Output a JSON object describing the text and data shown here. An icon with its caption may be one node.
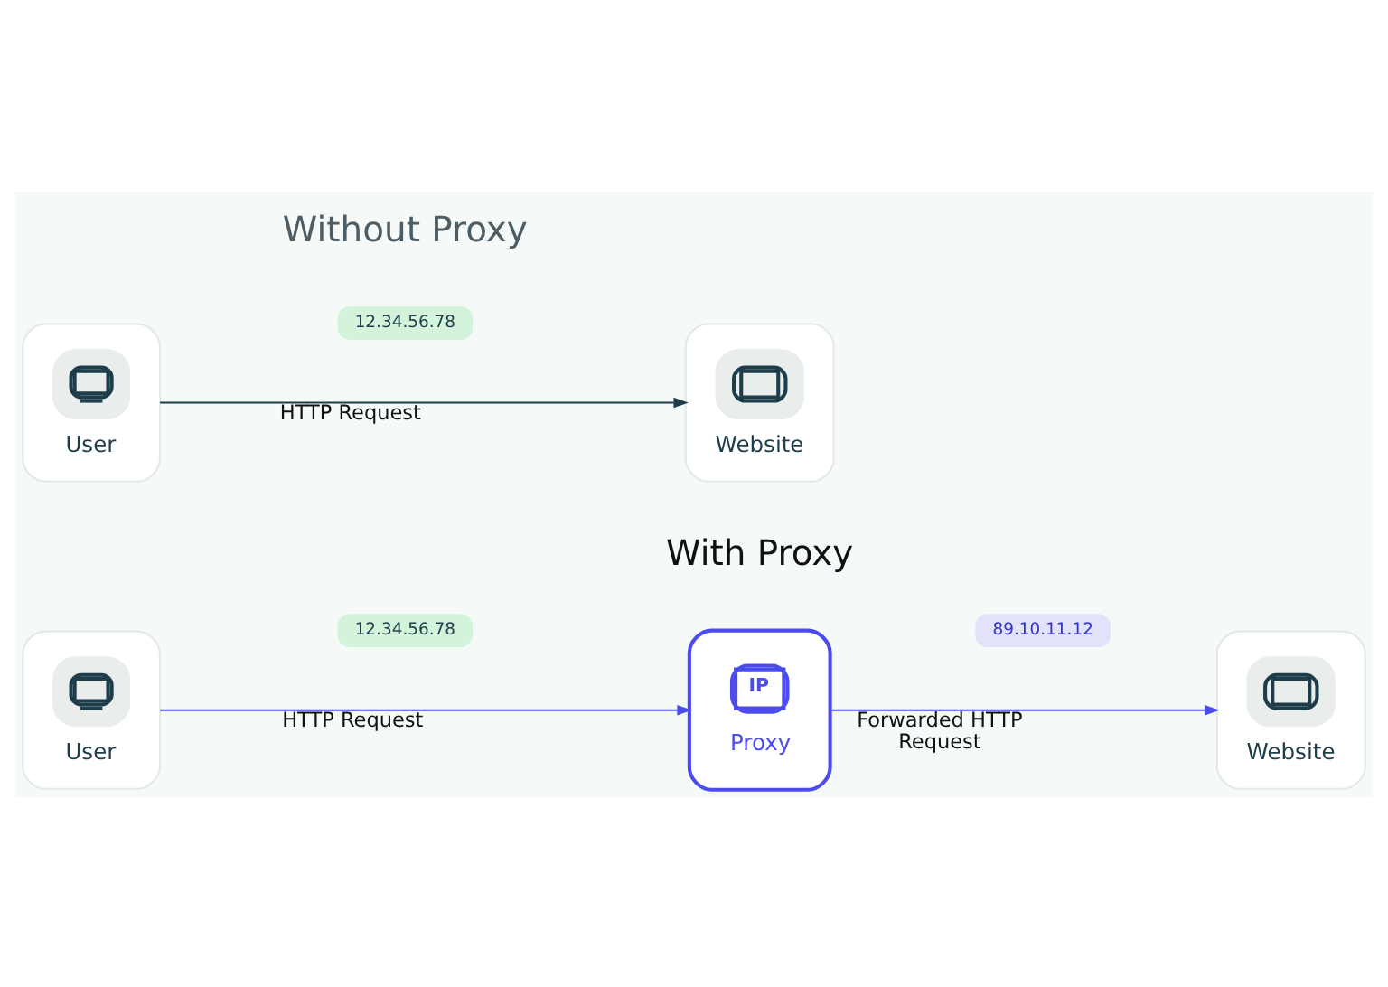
{
  "diagram": {
    "nodes": [
      {
        "text": [
          "User"
        ]
      },
      {
        "text": [
          "12.34.56.78"
        ]
      },
      {
        "text": [
          "Website"
        ]
      },
      {
        "text": [
          "User"
        ]
      },
      {
        "text": [
          "12.34.56.78"
        ]
      },
      {
        "text": [
          "IP",
          "Proxy"
        ]
      },
      {
        "text": [
          "89.10.11.12"
        ]
      },
      {
        "text": [
          "Website"
        ]
      }
    ],
    "edges": [
      {
        "from": 0,
        "to": 2,
        "arrow": "to",
        "label": "HTTP Request",
        "color": "#1e3d4a"
      },
      {
        "from": 3,
        "to": 5,
        "arrow": "to",
        "label": "HTTP Request"
      },
      {
        "from": 5,
        "to": 7,
        "arrow": "to",
        "label": "Forwarded HTTP Request"
      }
    ],
    "labels": [
      "Without Proxy",
      "With Proxy"
    ]
  }
}
